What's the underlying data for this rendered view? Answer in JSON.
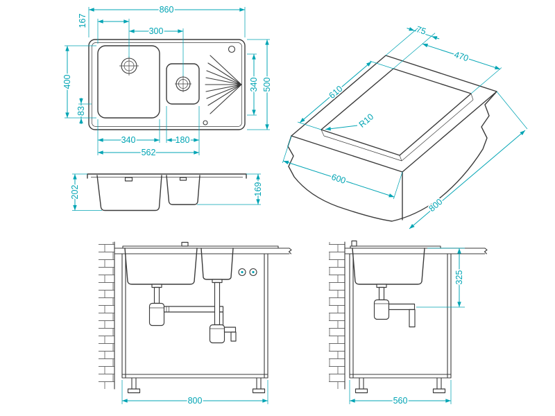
{
  "colors": {
    "dimension": "#00a4b4",
    "line": "#3a3a3a",
    "background": "#ffffff"
  },
  "plan": {
    "overall_width": "860",
    "drain_offset": "167",
    "drain_spacing": "300",
    "main_bowl_length": "400",
    "bowl_bottom_offset": "83",
    "drainer_extent": "340",
    "overall_depth": "500",
    "main_bowl_width": "340",
    "small_bowl_width": "180",
    "cutout_width": "562"
  },
  "iso": {
    "rear_margin": "75",
    "cutout_depth": "470",
    "cutout_length": "610",
    "corner_radius": "R10",
    "counter_depth": "600",
    "counter_width": "800"
  },
  "front": {
    "main_bowl_height": "202",
    "small_bowl_height": "169"
  },
  "install_left": {
    "cabinet_width": "800"
  },
  "install_right": {
    "drain_height": "325",
    "cabinet_width": "560"
  }
}
